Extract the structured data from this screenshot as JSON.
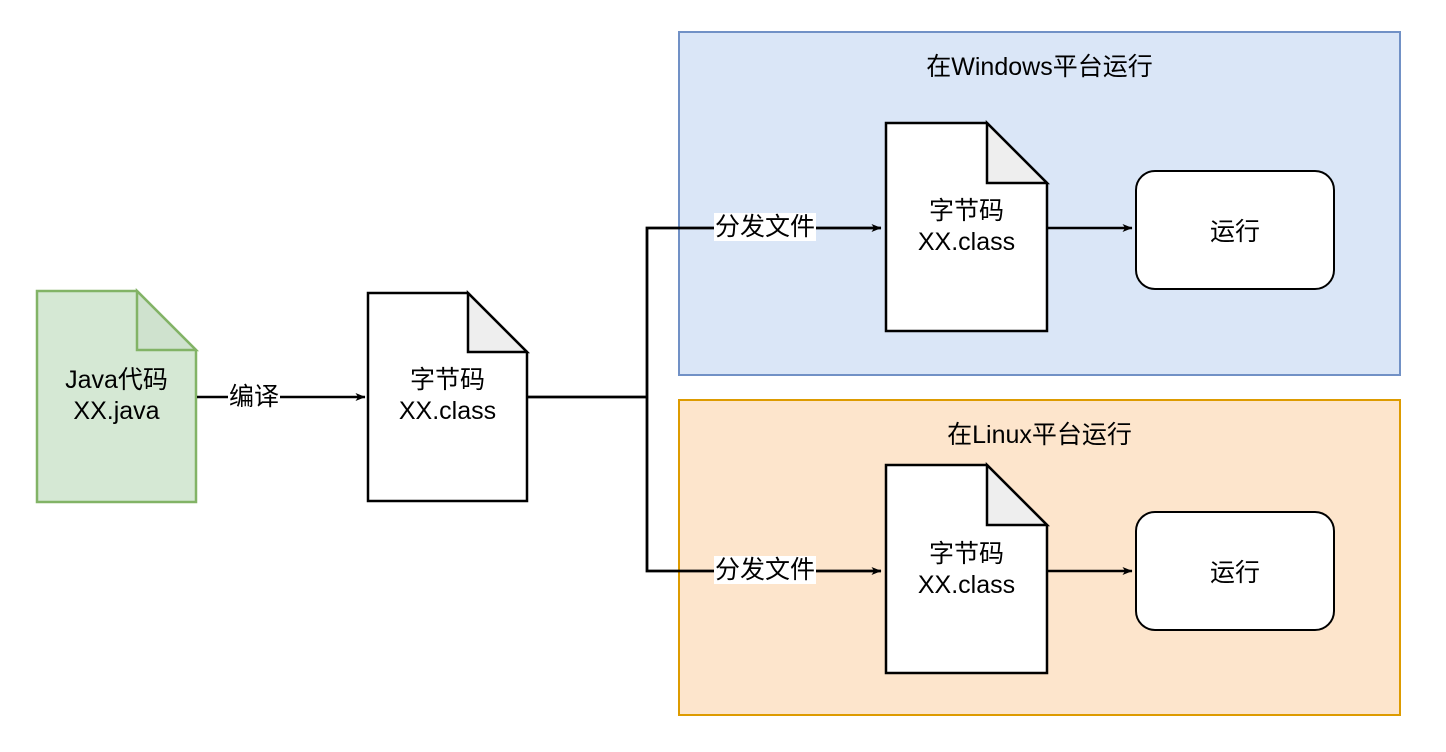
{
  "diagram": {
    "title_semantic": "java-compile-and-run-cross-platform",
    "background": "#ffffff"
  },
  "colors": {
    "green_fill": "#d5e8d4",
    "green_stroke": "#82b366",
    "green_fold": "#cfe2ce",
    "white_fill": "#ffffff",
    "black_stroke": "#000000",
    "fold_shade": "#eeeeee",
    "blue_panel_fill": "#dae6f7",
    "blue_panel_stroke": "#7191c6",
    "orange_panel_fill": "#fde5cc",
    "orange_panel_stroke": "#dd9b00"
  },
  "source": {
    "name": "java-source-document",
    "line1": "Java代码",
    "line2": "XX.java"
  },
  "compile_edge": {
    "label": "编译"
  },
  "bytecode": {
    "name": "bytecode-document",
    "line1": "字节码",
    "line2": "XX.class"
  },
  "windows_panel": {
    "title": "在Windows平台运行",
    "distribute_label": "分发文件",
    "bytecode": {
      "line1": "字节码",
      "line2": "XX.class"
    },
    "run_box": {
      "label": "运行"
    }
  },
  "linux_panel": {
    "title": "在Linux平台运行",
    "distribute_label": "分发文件",
    "bytecode": {
      "line1": "字节码",
      "line2": "XX.class"
    },
    "run_box": {
      "label": "运行"
    }
  }
}
